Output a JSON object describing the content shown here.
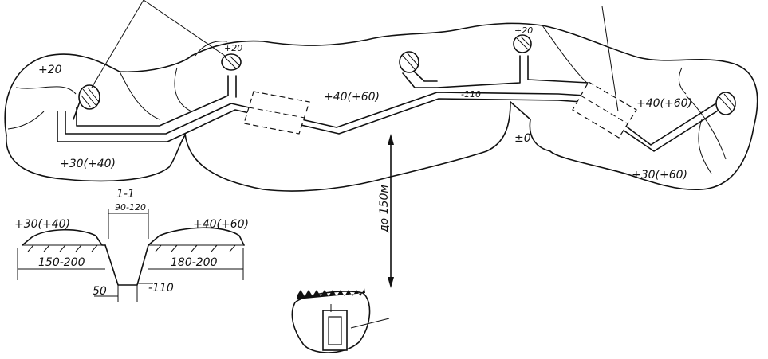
{
  "plan": {
    "labels": {
      "left_hill": "+20",
      "left_low": "+30(+40)",
      "firing_point_1": "+20",
      "middle_hill": "+40(+60)",
      "trench_depth": "-110",
      "firing_point_2": "+20",
      "ground_level": "±0",
      "right_hill": "+40(+60)",
      "right_low": "+30(+60)"
    },
    "distance_label": "до 150м"
  },
  "section": {
    "title": "1-1",
    "left_parapet": "+30(+40)",
    "right_parapet": "+40(+60)",
    "top_width": "90-120",
    "left_width": "150-200",
    "right_width": "180-200",
    "bottom_width": "50",
    "depth": "-110"
  }
}
